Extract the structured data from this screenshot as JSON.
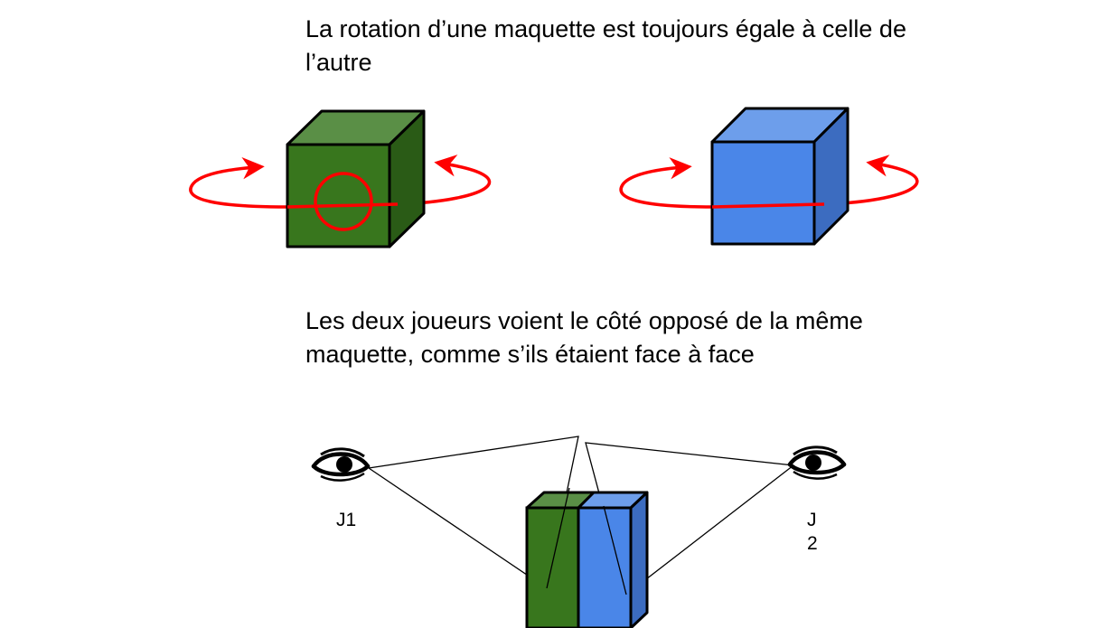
{
  "captions": {
    "rotation_rule": "La rotation d’une maquette est toujours égale à celle de l’autre",
    "opposite_view_rule": "Les deux joueurs voient le côté opposé de la même maquette, comme s’ils étaient face à face"
  },
  "players": {
    "left_label": "J1",
    "right_label": "J2"
  },
  "colors": {
    "green_front": "#38761d",
    "green_top": "#5a8f46",
    "green_side": "#2a5b16",
    "blue_front": "#4a86e8",
    "blue_top": "#6d9eeb",
    "blue_side": "#3c6cc0",
    "arrow_red": "#ff0000",
    "outline": "#000000"
  },
  "icons": {
    "left_eye": "eye-icon",
    "right_eye": "eye-icon",
    "rotation_arrows": "rotate-arrow-icon",
    "rotation_axis_marker": "circle-marker-icon"
  }
}
